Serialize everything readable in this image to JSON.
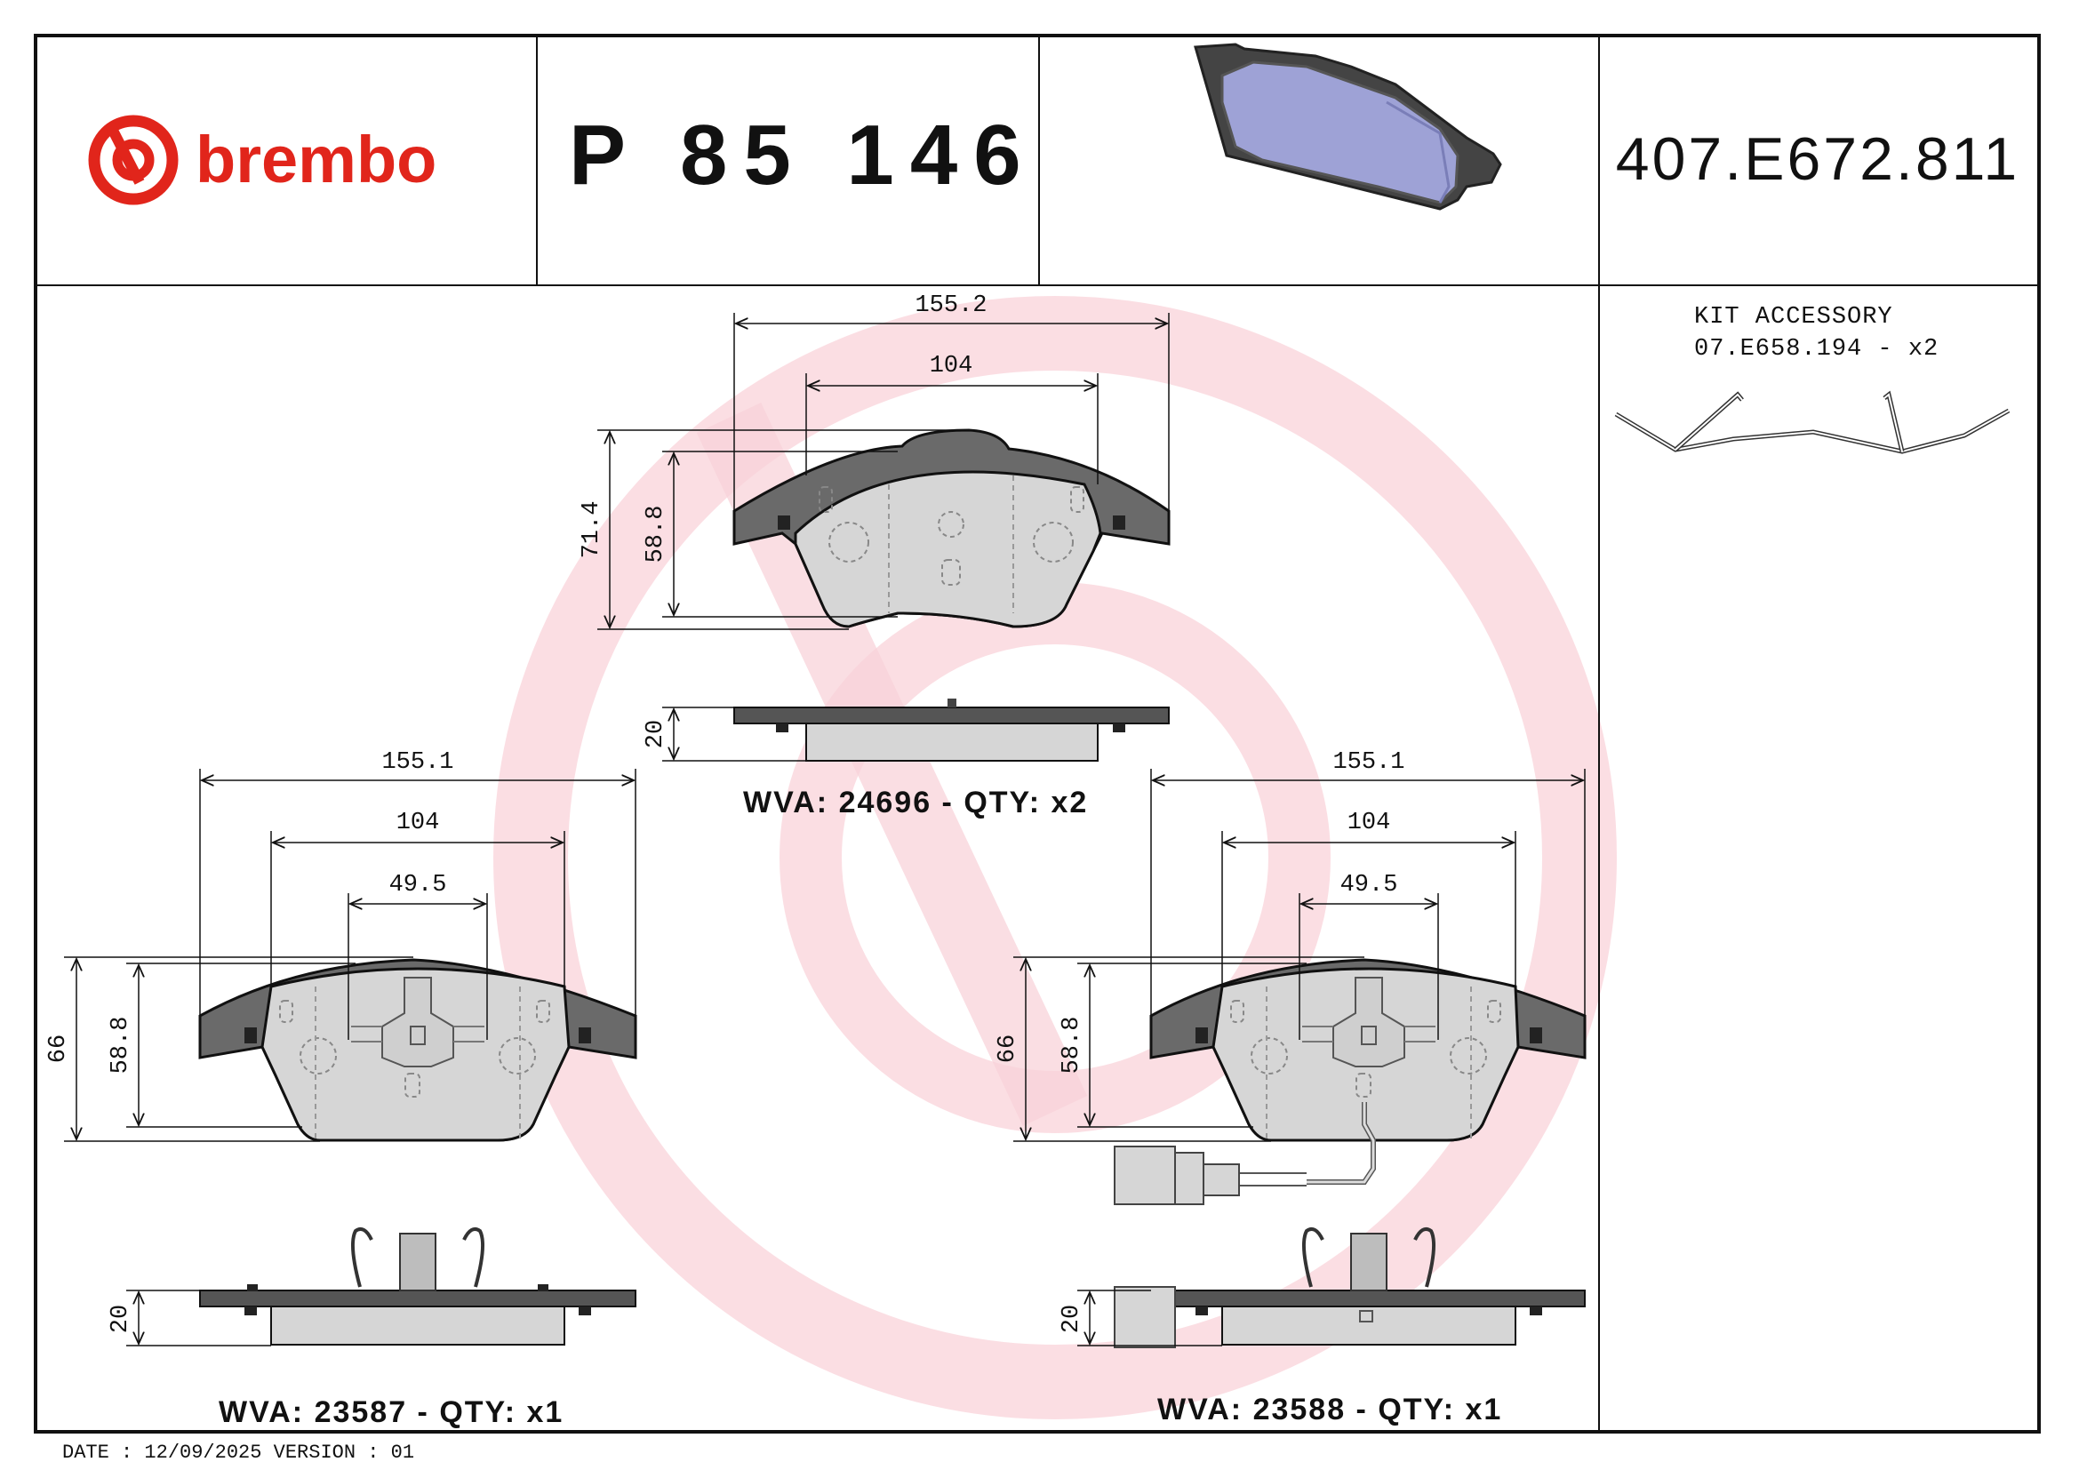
{
  "header": {
    "brand": "brembo",
    "part_number": "P 85 146",
    "reference_number": "407.E672.811"
  },
  "kit_accessory": {
    "title": "KIT ACCESSORY",
    "code": "07.E658.194 - x2"
  },
  "views": {
    "top_pad": {
      "total_width": "155.2",
      "inner_width": "104",
      "total_height": "71.4",
      "pad_height": "58.8",
      "thickness": "20",
      "caption": "WVA: 24696 - QTY: x2"
    },
    "left_pad": {
      "total_width": "155.1",
      "inner_width": "104",
      "center_width": "49.5",
      "total_height": "66",
      "pad_height": "58.8",
      "thickness": "20",
      "caption": "WVA: 23587 - QTY: x1"
    },
    "right_pad": {
      "total_width": "155.1",
      "inner_width": "104",
      "center_width": "49.5",
      "total_height": "66",
      "pad_height": "58.8",
      "thickness": "20",
      "caption": "WVA: 23588 - QTY: x1"
    }
  },
  "footer": {
    "text": "DATE : 12/09/2025 VERSION : 01"
  },
  "colors": {
    "brand_red": "#e1251b",
    "watermark": "#f7c9d0",
    "pad_fill": "#d6d6d6",
    "backplate": "#555555",
    "render_friction": "#9ea2d6"
  }
}
